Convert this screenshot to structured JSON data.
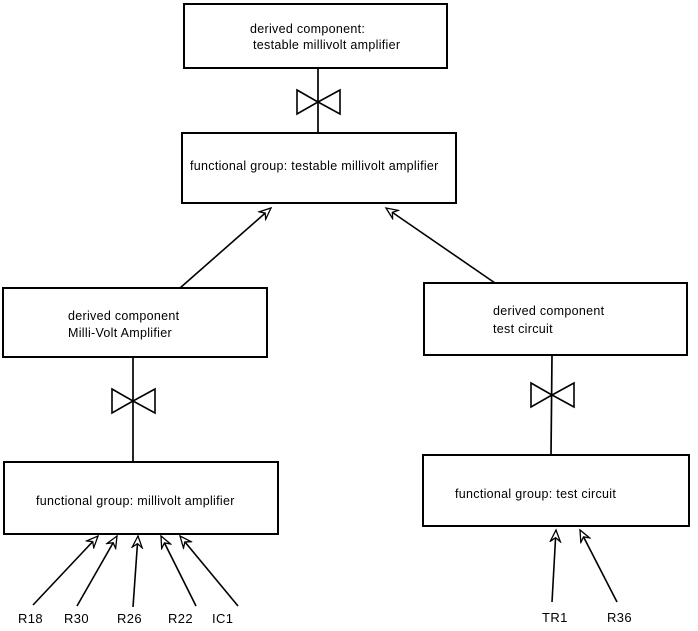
{
  "diagram": {
    "type": "component-hierarchy",
    "colors": {
      "stroke": "#000000",
      "node_fill": "#ffffff",
      "background": "#ffffff",
      "text": "#000000"
    },
    "nodes": {
      "derived_testable": {
        "line1": "derived component:",
        "line2": "testable millivolt amplifier"
      },
      "functional_testable": {
        "label": "functional group: testable millivolt amplifier"
      },
      "derived_millivolt": {
        "line1": "derived component",
        "line2": "Milli-Volt Amplifier"
      },
      "derived_test": {
        "line1": "derived component",
        "line2": "test circuit"
      },
      "functional_millivolt": {
        "label": "functional group: millivolt amplifier"
      },
      "functional_test": {
        "label": "functional group: test circuit"
      }
    },
    "components": {
      "left": [
        "R18",
        "R30",
        "R26",
        "R22",
        "IC1"
      ],
      "right": [
        "TR1",
        "R36"
      ]
    }
  }
}
